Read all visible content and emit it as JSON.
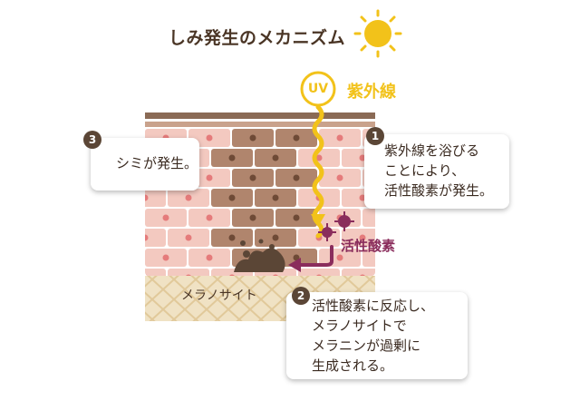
{
  "title": "しみ発生のメカニズム",
  "uv_badge": "UV",
  "uv_label": "紫外線",
  "ros_label": "活性酸素",
  "melanocyte_label": "メラノサイト",
  "steps": [
    {
      "number": "1",
      "text": "紫外線を浴びる\nことにより、\n活性酸素が発生。"
    },
    {
      "number": "2",
      "text": "活性酸素に反応し、\nメラノサイトで\nメラニンが過剰に\n生成される。"
    },
    {
      "number": "3",
      "text": "シミが発生。"
    }
  ],
  "colors": {
    "title_text": "#4a3525",
    "sun": "#f2c21a",
    "skin_cell": "#f3c9c0",
    "skin_nucleus": "#e57b7b",
    "stained_cell": "#b0856d",
    "stained_nucleus": "#6e4a36",
    "melanin": "#5b4636",
    "ros": "#8a2d5c",
    "basement": "#f0e2c4"
  }
}
